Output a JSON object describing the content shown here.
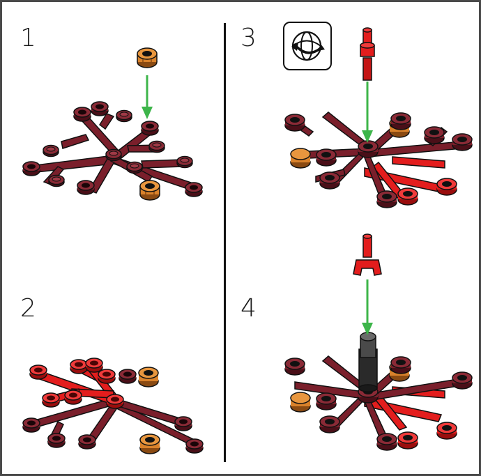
{
  "steps": [
    {
      "number": "1"
    },
    {
      "number": "2"
    },
    {
      "number": "3"
    },
    {
      "number": "4"
    }
  ],
  "icons": {
    "rotate": "rotate-model-icon"
  },
  "colors": {
    "dark_red": "#7a1f2b",
    "red": "#e31d1d",
    "orange": "#d9822b",
    "green_arrow": "#3db54a",
    "black": "#111111",
    "gray": "#3a3a3a"
  }
}
